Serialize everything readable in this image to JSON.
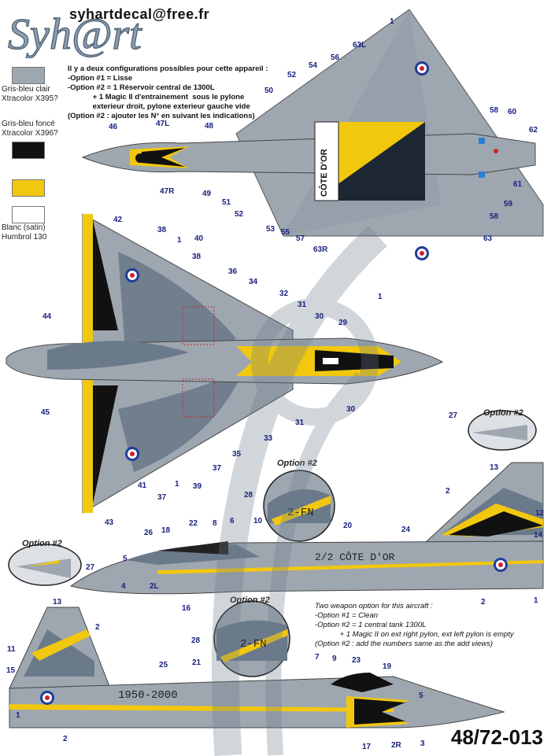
{
  "header": {
    "email": "syhartdecal@free.fr",
    "logo_text": "Syh@rt"
  },
  "colors": {
    "light_grey": "#9ea7b0",
    "dark_grey": "#6b7a8b",
    "black": "#111111",
    "yellow": "#f2c80f",
    "white": "#ffffff",
    "callout_blue": "#1a237e"
  },
  "legend": [
    {
      "label": "Gris-bleu clair\nXtracolor X395?",
      "color": "#9ea7b0"
    },
    {
      "label": "Gris-bleu foncé\nXtracolor X396?",
      "color": "#6b7a8b"
    },
    {
      "label": "",
      "color": "#111111"
    },
    {
      "label": "",
      "color": "#f2c80f"
    },
    {
      "label": "Blanc (satin)\nHumbrol 130",
      "color": "#ffffff"
    }
  ],
  "notes_fr": [
    "Il y a deux configurations possibles pour cette appareil :",
    "-Option #1 = Lisse",
    "-Option #2 = 1 Réservoir central de 1300L",
    "            + 1 Magic II d'entrainement  sous le pylone",
    "            exterieur droit, pylone exterieur gauche vide",
    "(Option #2 : ajouter les N° en suivant les indications)"
  ],
  "notes_en": [
    "Two weapon option for this aircraft :",
    "-Option #1 = Clean",
    "-Option #2 = 1 central tank 1300L",
    "            + 1 Magic II on ext right pylon, ext left pylon is empty",
    "(Option #2 : add the numbers same as the add views)"
  ],
  "option_label": "Option #2",
  "aircraft_text": {
    "tail_code": "2-FN",
    "squadron": "2/2  CÔTE D'OR",
    "anniversary": "1950-2000",
    "fin_text": "CÔTE D'OR"
  },
  "reference": "48/72-013",
  "callouts_top": [
    "1",
    "63L",
    "54",
    "56",
    "52",
    "50",
    "48",
    "46",
    "47L",
    "47R",
    "49",
    "51",
    "52",
    "53",
    "55",
    "57",
    "63R",
    "58",
    "60",
    "62",
    "61",
    "59",
    "58",
    "63",
    "1"
  ],
  "callouts_bottom": [
    "42",
    "38",
    "1",
    "40",
    "38",
    "36",
    "34",
    "32",
    "31",
    "30",
    "29",
    "44",
    "45",
    "30",
    "31",
    "33",
    "35",
    "37",
    "39",
    "1",
    "37",
    "41",
    "43"
  ],
  "callouts_side_right": [
    "27",
    "13",
    "2",
    "12",
    "14",
    "28",
    "20",
    "24",
    "26",
    "18",
    "22",
    "8",
    "6",
    "10",
    "5",
    "4",
    "2L",
    "16",
    "1",
    "2"
  ],
  "callouts_side_left": [
    "27",
    "13",
    "2",
    "11",
    "15",
    "28",
    "25",
    "21",
    "7",
    "9",
    "23",
    "19",
    "5",
    "17",
    "2R",
    "3",
    "1",
    "2"
  ]
}
